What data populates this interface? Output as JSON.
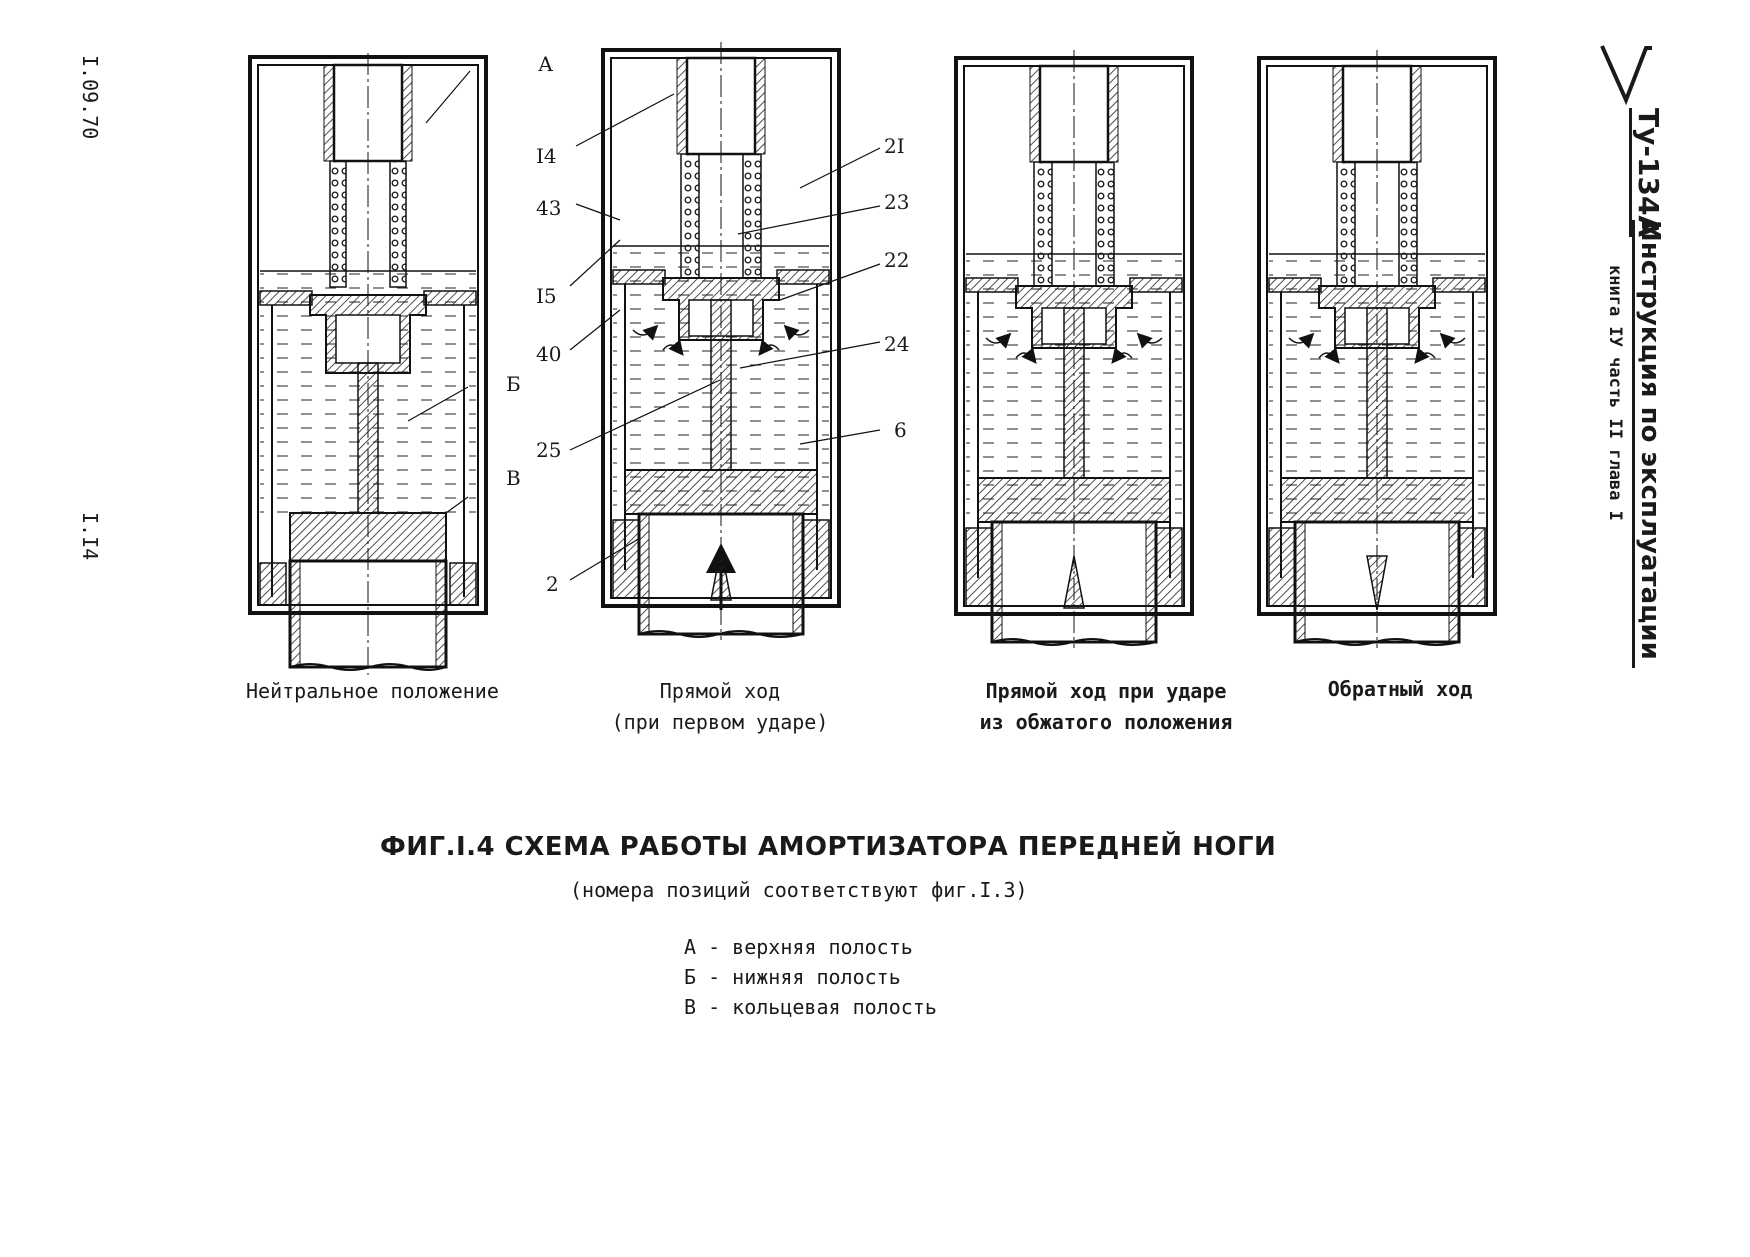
{
  "page": {
    "doc_code": "I.09.70",
    "page_number": "I.I4",
    "header": {
      "aircraft": "Ту-134А",
      "title": "Инструкция по эксплуатации",
      "subtitle": "книга IУ часть II глава I"
    }
  },
  "figure": {
    "title": "ФИГ.I.4 СХЕМА РАБОТЫ АМОРТИЗАТОРА ПЕРЕДНЕЙ НОГИ",
    "subtitle": "(номера позиций соответствуют фиг.I.3)",
    "diagrams": [
      {
        "caption_lines": [
          "Нейтральное положение"
        ]
      },
      {
        "caption_lines": [
          "Прямой ход",
          "(при первом ударе)"
        ]
      },
      {
        "caption_lines": [
          "Прямой ход при ударе",
          "из обжатого положения"
        ]
      },
      {
        "caption_lines": [
          "Обратный ход"
        ]
      }
    ],
    "callouts_left": [
      "А",
      "Б",
      "В"
    ],
    "callouts_mid": [
      "I4",
      "43",
      "I5",
      "40",
      "25",
      "2",
      "2I",
      "23",
      "22",
      "24",
      "6"
    ],
    "legend": [
      "А - верхняя полость",
      "Б - нижняя полость",
      "В - кольцевая полость"
    ]
  }
}
